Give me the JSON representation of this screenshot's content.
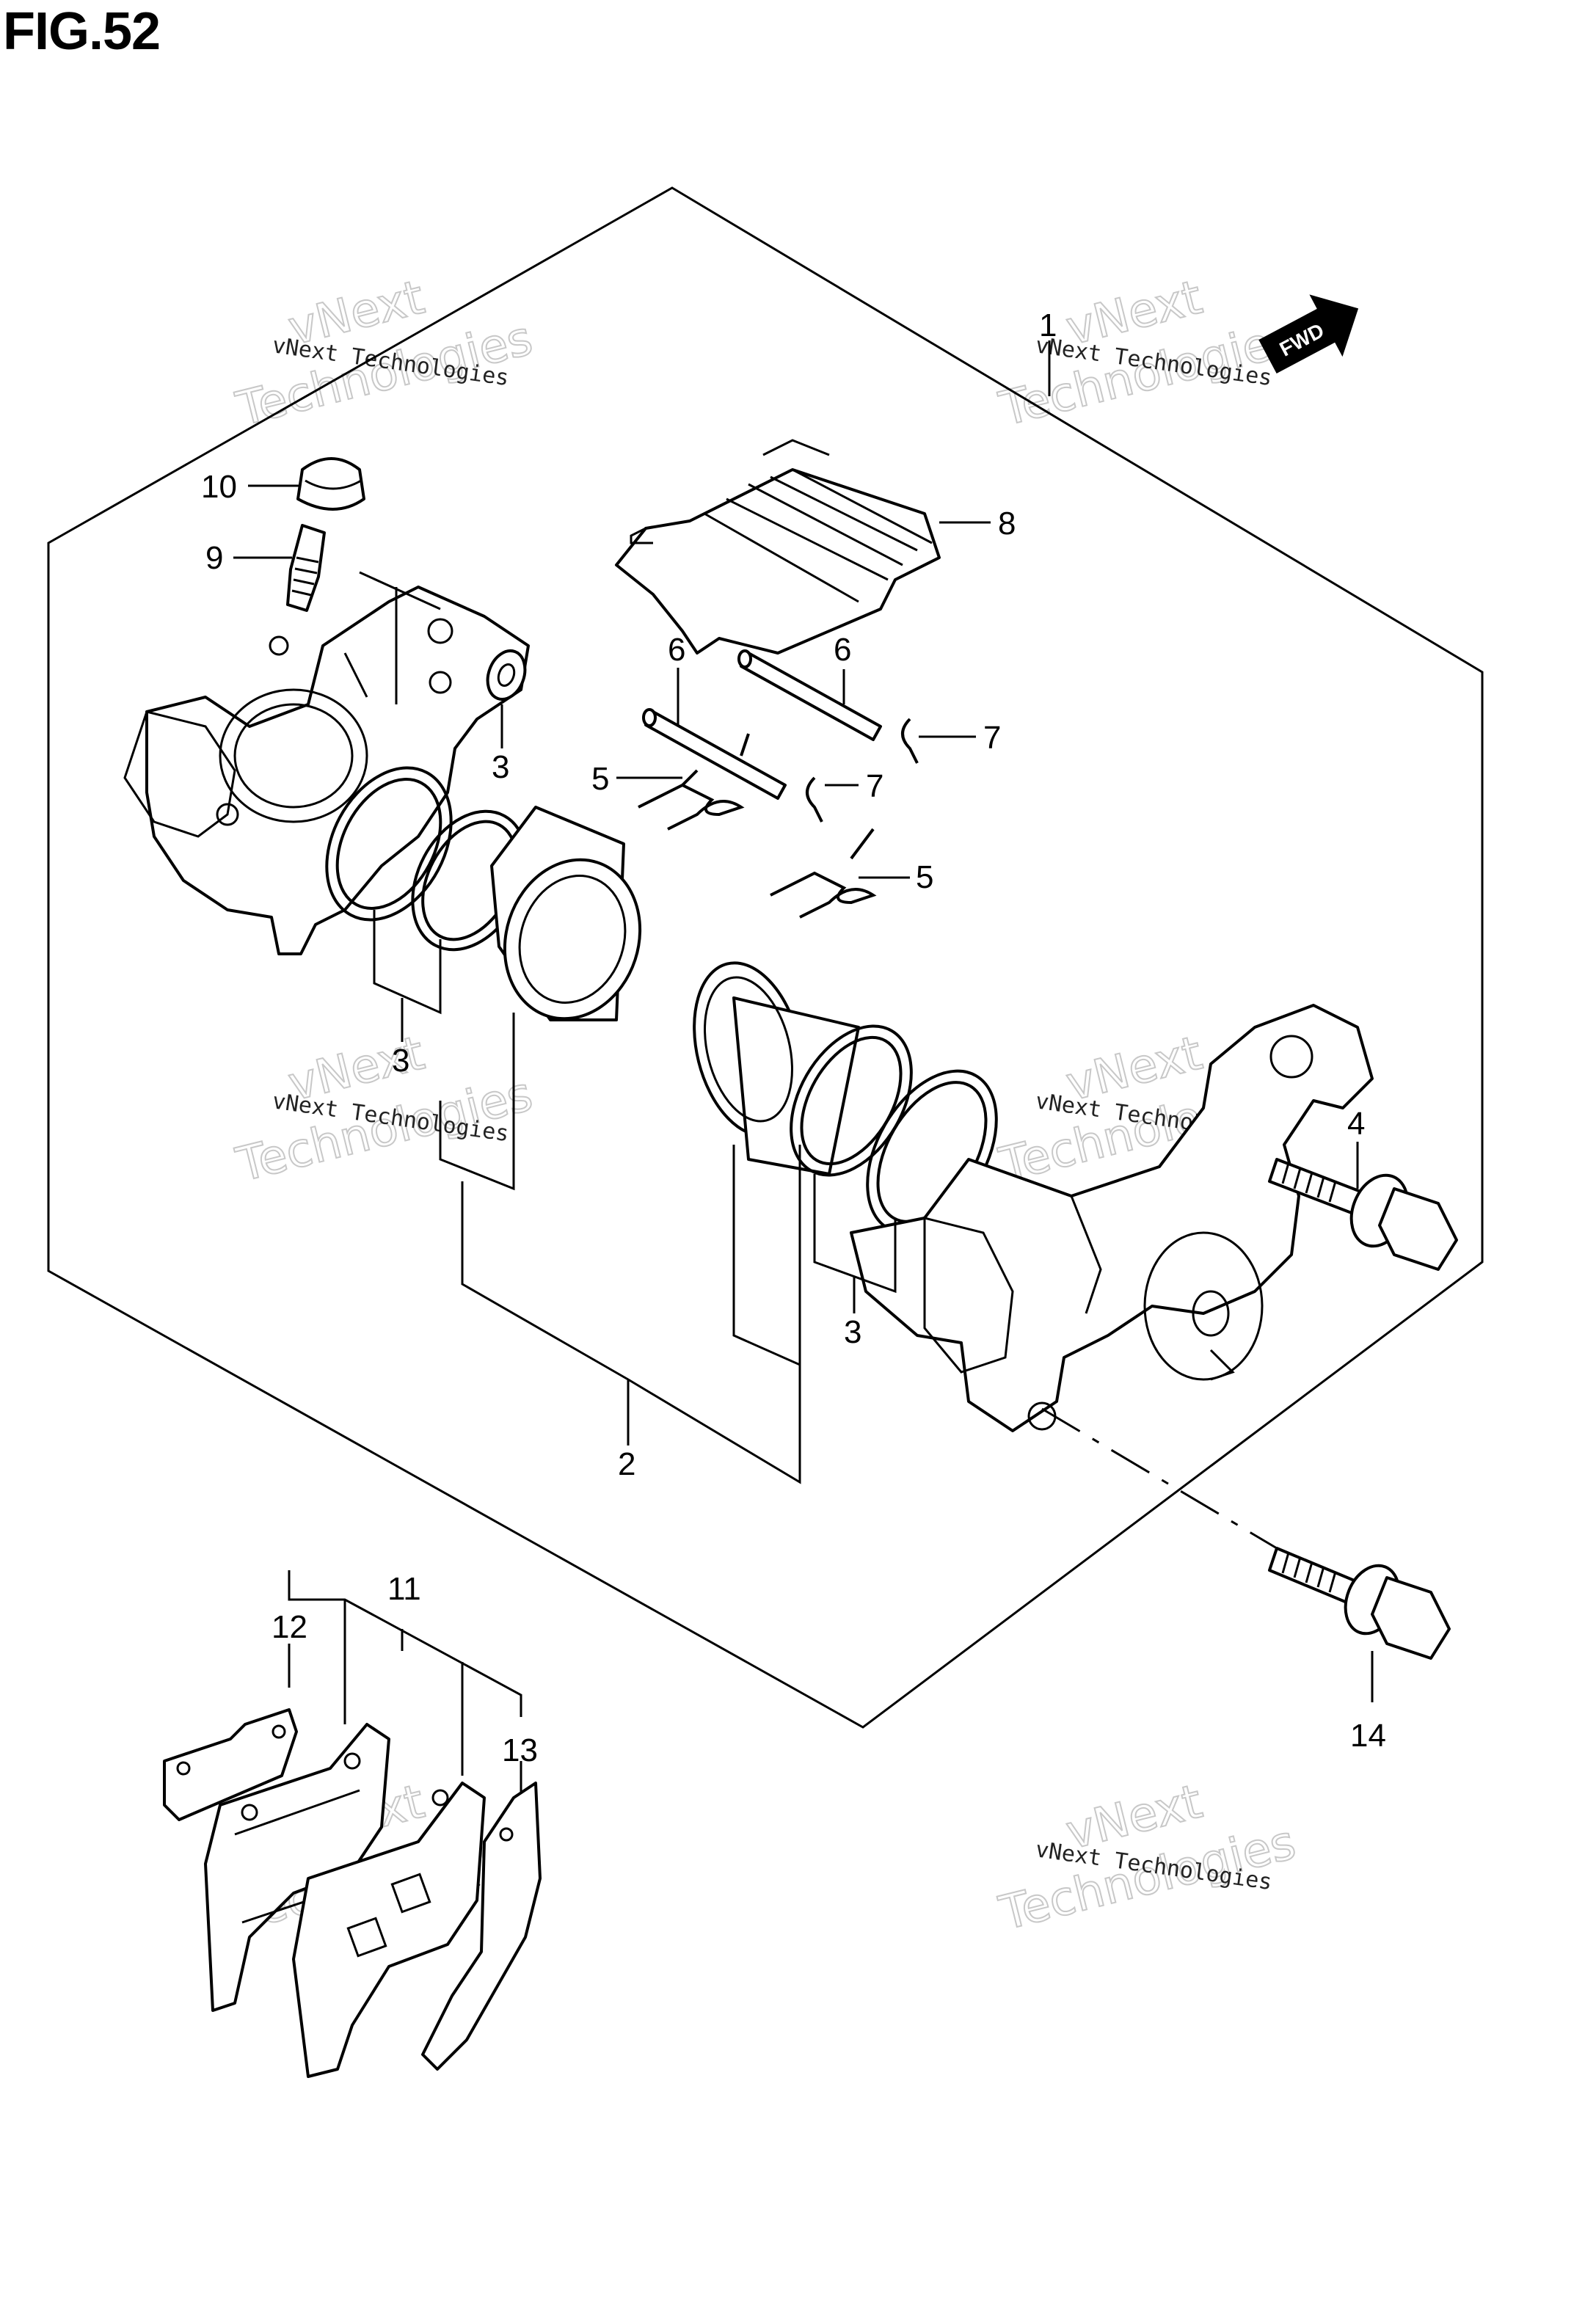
{
  "figure": {
    "title": "FIG.52"
  },
  "fwd_label": "FWD",
  "callouts": {
    "c1": "1",
    "c2": "2",
    "c3a": "3",
    "c3b": "3",
    "c3c": "3",
    "c4": "4",
    "c5a": "5",
    "c5b": "5",
    "c6a": "6",
    "c6b": "6",
    "c7a": "7",
    "c7b": "7",
    "c8": "8",
    "c9": "9",
    "c10": "10",
    "c11": "11",
    "c12": "12",
    "c13": "13",
    "c14": "14"
  },
  "watermarks": {
    "small": "vNext Technologies",
    "big_top": "vNext",
    "big_bottom": "Technologies"
  },
  "icons": {
    "fwd_arrow": "fwd-arrow-icon"
  }
}
